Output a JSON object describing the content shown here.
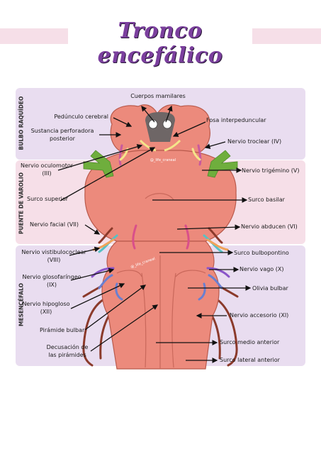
{
  "title": "Tronco encefálico",
  "regions": {
    "top": "BULBO RAQUÍDEO",
    "middle": "PUENTE DE VAROLIO",
    "bottom": "MESENCÉFALO"
  },
  "labels": {
    "cuerpos_mamilares": "Cuerpos mamilares",
    "pedunculo_cerebral": "Pedúnculo cerebral",
    "sustancia_perforadora_1": "Sustancia perforadora",
    "sustancia_perforadora_2": "posterior",
    "fosa_interpeduncular": "Fosa interpeduncular",
    "nervio_troclear": "Nervio troclear (IV)",
    "nervio_oculomotor_1": "Nervio oculomotor",
    "nervio_oculomotor_2": "(III)",
    "nervio_trigemino": "Nervio trigémino (V)",
    "surco_superior": "Surco superior",
    "surco_basilar": "Surco basilar",
    "nervio_facial": "Nervio facial (VII)",
    "nervio_abducen": "Nervio abducen (VI)",
    "nervio_vestibulococlear_1": "Nervio vistibulococlear",
    "nervio_vestibulococlear_2": "(VIII)",
    "surco_bulbopontino": "Surco bulbopontino",
    "nervio_glosofaringeo_1": "Nervio glosofaríngeo",
    "nervio_glosofaringeo_2": "(IX)",
    "nervio_vago": "Nervio vago (X)",
    "oliva_bulbar": "Olivia bulbar",
    "nervio_hipogloso_1": "Nervio hipogloso",
    "nervio_hipogloso_2": "(XII)",
    "nervio_accesorio": "Nervio accesorio (XI)",
    "piramide_bulbar": "Pirámide bulbar",
    "decusacion_1": "Decusación de",
    "decusacion_2": "las pirámides",
    "surco_medio_anterior": "Surco medio anterior",
    "surco_lateral_anterior": "Surco lateral anterior"
  },
  "watermark": "@_life_craneal",
  "colors": {
    "title": "#7b3f9e",
    "band": "#f6dfe8",
    "panel_purple": "#e9ddf0",
    "panel_pink": "#f6dfe8",
    "tissue": "#ec8a7c",
    "tissue_dark": "#d26d5f",
    "trigeminal": "#6fae3d",
    "vessel": "#8b3a2b",
    "nerve_blue": "#6a7fd0",
    "nerve_purple": "#8a55c9",
    "nerve_teal": "#58c1c4",
    "nerve_orange": "#f0a35a",
    "nerve_pink": "#d94f8a",
    "mamillary": "#7a6f6f"
  }
}
